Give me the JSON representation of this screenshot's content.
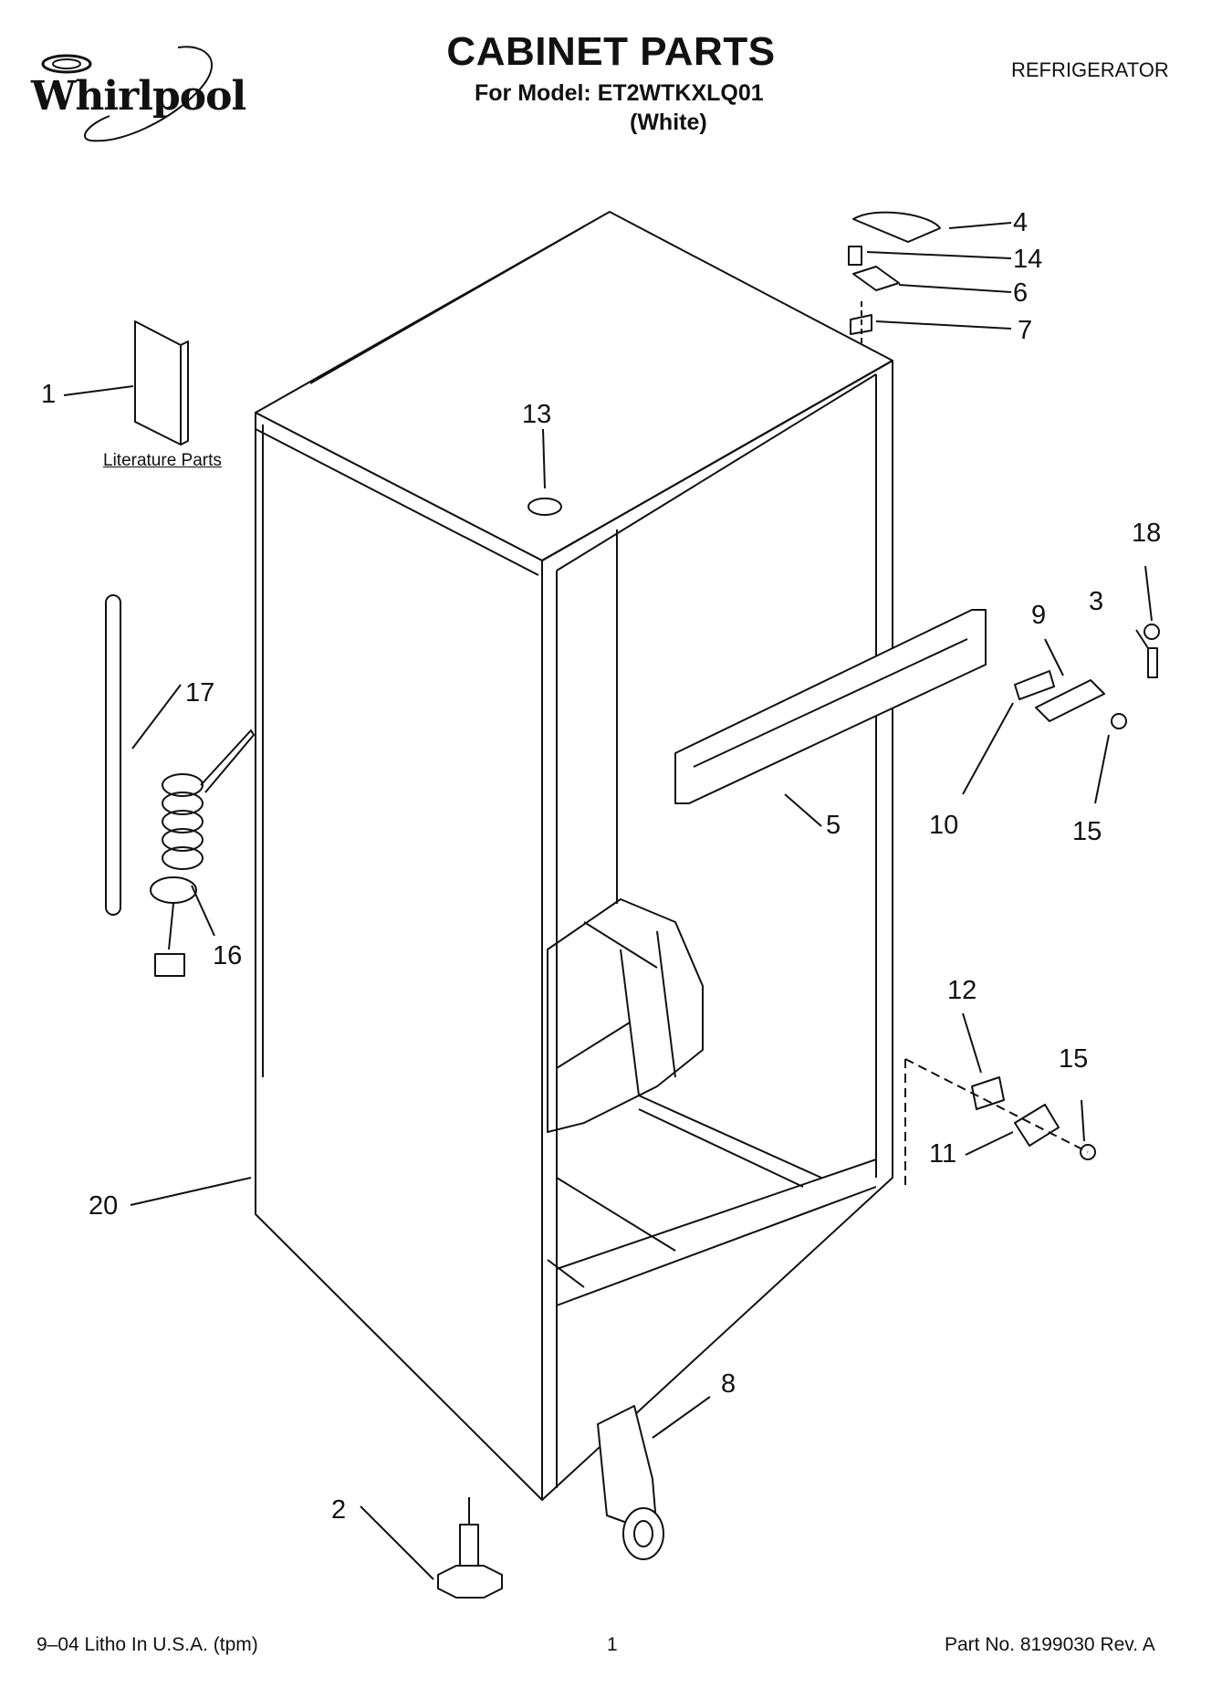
{
  "header": {
    "brand": "Whirlpool",
    "title": "CABINET PARTS",
    "model_line": "For Model: ET2WTKXLQ01",
    "color_line": "(White)",
    "category": "REFRIGERATOR"
  },
  "literature_label": "Literature Parts",
  "callouts": {
    "c1": "1",
    "c2": "2",
    "c3": "3",
    "c4": "4",
    "c5": "5",
    "c6": "6",
    "c7": "7",
    "c8": "8",
    "c9": "9",
    "c10": "10",
    "c11": "11",
    "c12": "12",
    "c13": "13",
    "c14": "14",
    "c15a": "15",
    "c15b": "15",
    "c16": "16",
    "c17": "17",
    "c18": "18",
    "c20": "20"
  },
  "footer": {
    "litho": "9–04 Litho In U.S.A. (tpm)",
    "page": "1",
    "part_no": "Part No. 8199030 Rev. A"
  }
}
